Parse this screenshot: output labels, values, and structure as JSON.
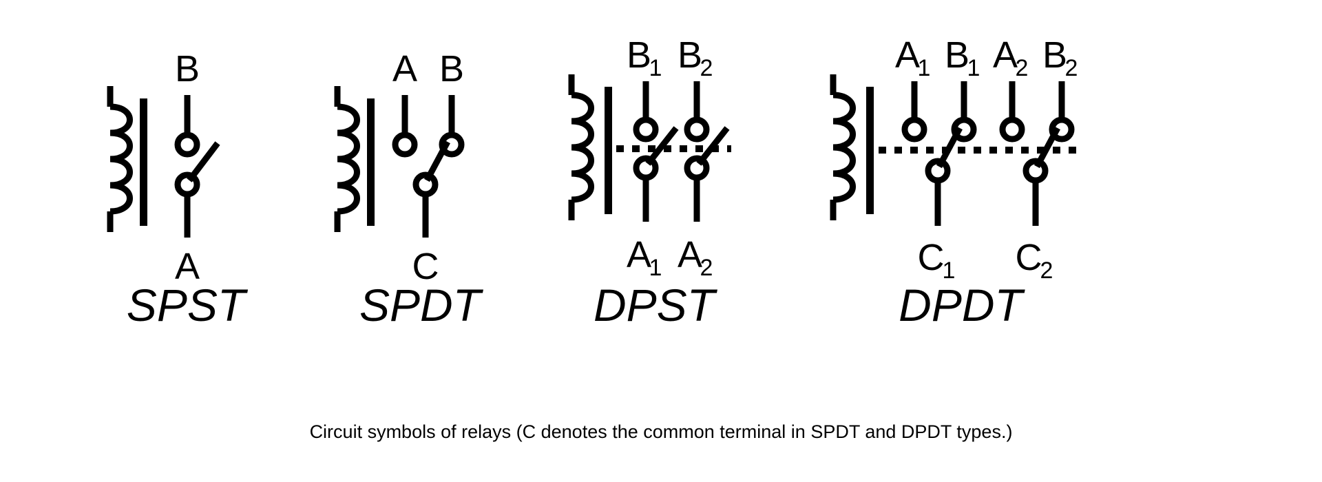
{
  "figure": {
    "caption": "Circuit symbols of relays (C denotes the common terminal in SPDT and DPDT types.)",
    "background_color": "#ffffff",
    "stroke_color": "#000000"
  },
  "symbols": [
    {
      "id": "spst",
      "type_label": "SPST",
      "poles": 1,
      "throws": 1,
      "has_dashed_link": false,
      "top_terminals": [
        {
          "main": "B",
          "sub": ""
        }
      ],
      "bottom_terminals": [
        {
          "main": "A",
          "sub": ""
        }
      ],
      "armature_state": "open"
    },
    {
      "id": "spdt",
      "type_label": "SPDT",
      "poles": 1,
      "throws": 2,
      "has_dashed_link": false,
      "top_terminals": [
        {
          "main": "A",
          "sub": ""
        },
        {
          "main": "B",
          "sub": ""
        }
      ],
      "bottom_terminals": [
        {
          "main": "C",
          "sub": ""
        }
      ],
      "armature_state": "closed-to-B"
    },
    {
      "id": "dpst",
      "type_label": "DPST",
      "poles": 2,
      "throws": 1,
      "has_dashed_link": true,
      "top_terminals": [
        {
          "main": "B",
          "sub": "1"
        },
        {
          "main": "B",
          "sub": "2"
        }
      ],
      "bottom_terminals": [
        {
          "main": "A",
          "sub": "1"
        },
        {
          "main": "A",
          "sub": "2"
        }
      ],
      "armature_state": "open"
    },
    {
      "id": "dpdt",
      "type_label": "DPDT",
      "poles": 2,
      "throws": 2,
      "has_dashed_link": true,
      "top_terminals": [
        {
          "main": "A",
          "sub": "1"
        },
        {
          "main": "B",
          "sub": "1"
        },
        {
          "main": "A",
          "sub": "2"
        },
        {
          "main": "B",
          "sub": "2"
        }
      ],
      "bottom_terminals": [
        {
          "main": "C",
          "sub": "1"
        },
        {
          "main": "C",
          "sub": "2"
        }
      ],
      "armature_state": "closed-to-B"
    }
  ]
}
